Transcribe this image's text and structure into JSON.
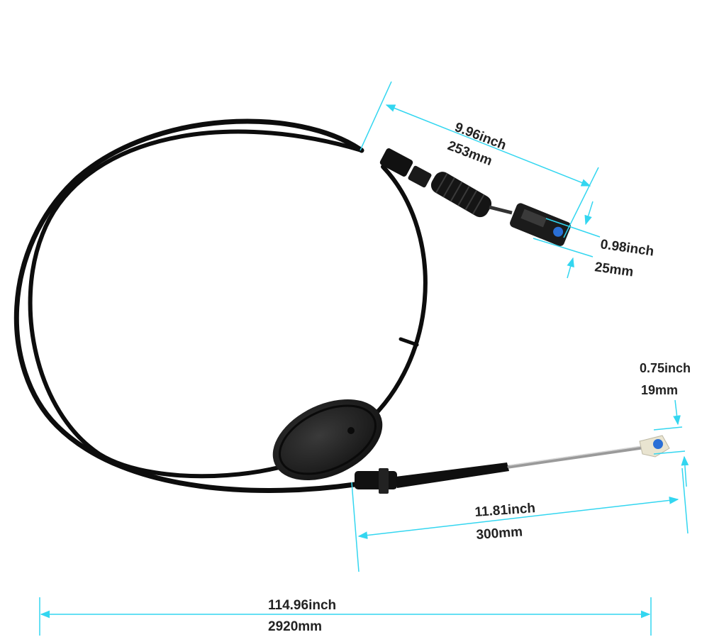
{
  "dimensions": {
    "shifter_end": {
      "inch": "9.96inch",
      "mm": "253mm"
    },
    "shifter_clip_width": {
      "inch": "0.98inch",
      "mm": "25mm"
    },
    "transmission_end_width": {
      "inch": "0.75inch",
      "mm": "19mm"
    },
    "transmission_end": {
      "inch": "11.81inch",
      "mm": "300mm"
    },
    "overall_length": {
      "inch": "114.96inch",
      "mm": "2920mm"
    }
  },
  "colors": {
    "dimension_line": "#33d6f0",
    "cable": "#0d0d0d",
    "grommet": "#1c1c1c",
    "bushing": "#e9e4d0",
    "clip_accent": "#2a6fd6",
    "text": "#222222"
  }
}
